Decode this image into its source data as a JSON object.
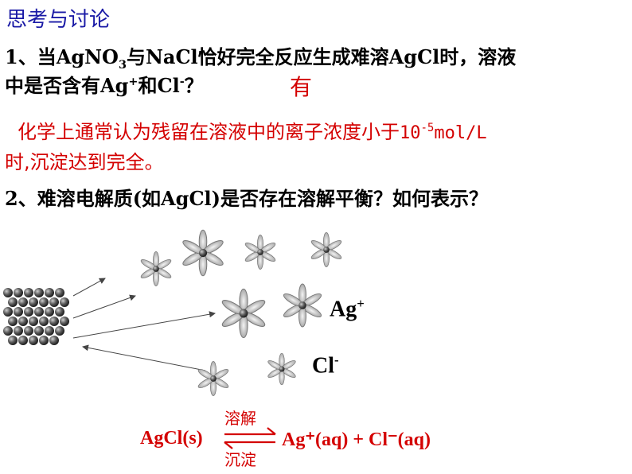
{
  "title": "思考与讨论",
  "q1": {
    "line1_pre": "1、当AgNO",
    "line1_sub": "3",
    "line1_post": "与NaCl恰好完全反应生成难溶AgCl时，溶液",
    "line2_pre": "中是否含有Ag",
    "line2_sup1": "+",
    "line2_mid": "和Cl",
    "line2_sup2": "-",
    "line2_post": "？",
    "answer": "有"
  },
  "note": {
    "line1_pre": " 化学上通常认为残留在溶液中的离子浓度小于",
    "line1_value": "10",
    "line1_exp": "-5",
    "line1_unit": "mol/L",
    "line2": "时,沉淀达到完全。"
  },
  "q2": {
    "text": "2、难溶电解质(如AgCl)是否存在溶解平衡？如何表示？"
  },
  "labels": {
    "ag": "Ag",
    "ag_sup": "+",
    "cl": "Cl",
    "cl_sup": "-"
  },
  "equation": {
    "left": "AgCl(s)",
    "right": "Ag⁺(aq) + Cl⁻(aq)",
    "forward": "溶解",
    "reverse": "沉淀"
  },
  "colors": {
    "title": "#1a1aa6",
    "highlight": "#d40000"
  }
}
